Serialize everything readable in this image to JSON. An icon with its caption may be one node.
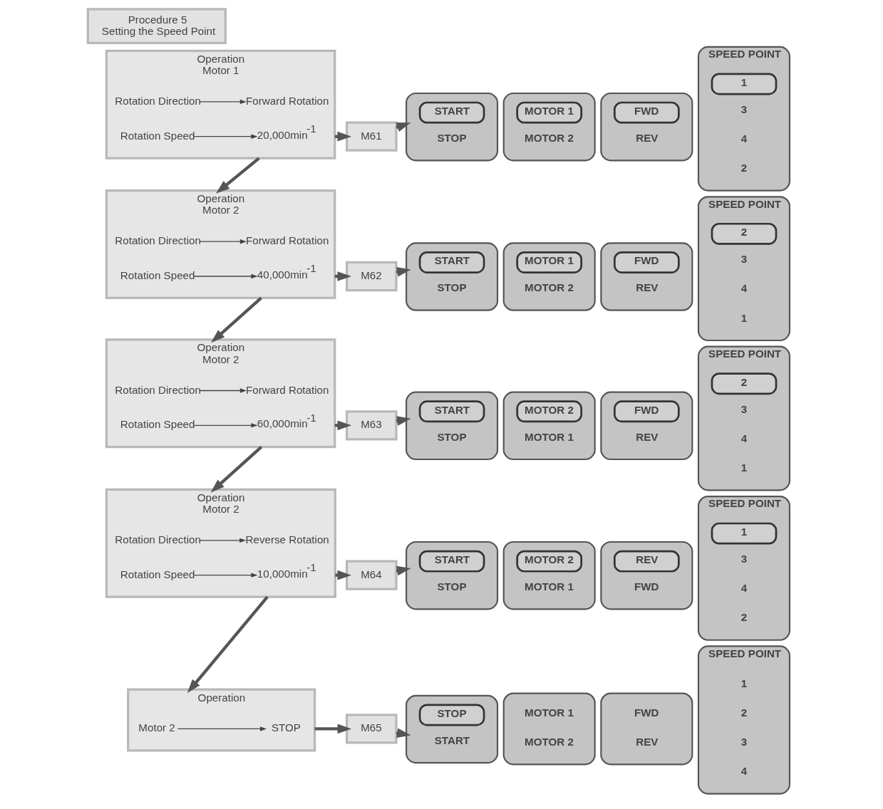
{
  "diagram": {
    "nodes": [
      {
        "text": [
          "Operation",
          "Motor 1"
        ]
      },
      {
        "text": [
          "Rotation Direction"
        ],
        "in": 0
      },
      {
        "text": [
          "Forward Rotation"
        ],
        "in": 0
      },
      {
        "text": [
          "Rotation Speed"
        ],
        "in": 0
      },
      {
        "text": [
          "20,000min$^{-1}$"
        ],
        "in": 0
      },
      {
        "text": [
          "M61"
        ]
      },
      {
        "text": [],
        "shape": "scroll"
      },
      {
        "text": [],
        "shape": "box",
        "in": 6
      },
      {
        "text": [
          "START"
        ],
        "in": 7
      },
      {
        "text": [
          "STOP"
        ],
        "in": 6
      },
      {
        "text": [],
        "shape": "scroll"
      },
      {
        "text": [],
        "shape": "box",
        "in": 10
      },
      {
        "text": [
          "MOTOR 1"
        ],
        "in": 11
      },
      {
        "text": [
          "MOTOR 2"
        ],
        "in": 10
      },
      {
        "text": [],
        "shape": "scroll"
      },
      {
        "text": [],
        "shape": "box",
        "in": 14
      },
      {
        "text": [
          "FWD"
        ],
        "in": 15
      },
      {
        "text": [
          "REV"
        ],
        "in": 14
      },
      {
        "text": [
          "SPEED POINT"
        ]
      },
      {
        "text": [],
        "shape": "box",
        "in": 18
      },
      {
        "text": [
          "1"
        ],
        "in": 19
      },
      {
        "text": [
          "2"
        ],
        "in": 18
      },
      {
        "text": [
          "3"
        ],
        "in": 18
      },
      {
        "text": [
          "4"
        ],
        "in": 18
      },
      {
        "text": [
          "Operation",
          "Motor 2"
        ]
      },
      {
        "text": [
          "Rotation Direction"
        ],
        "in": 24
      },
      {
        "text": [
          "Forward Rotation"
        ],
        "in": 24
      },
      {
        "text": [
          "Rotation Speed"
        ],
        "in": 24
      },
      {
        "text": [
          "40,000min$^{-1}$"
        ],
        "in": 24
      },
      {
        "text": [
          "M62"
        ]
      },
      {
        "text": [],
        "shape": "scroll"
      },
      {
        "text": [],
        "shape": "box",
        "in": 30
      },
      {
        "text": [
          "START"
        ],
        "in": 31
      },
      {
        "text": [
          "STOP"
        ],
        "in": 30
      },
      {
        "text": [],
        "shape": "scroll"
      },
      {
        "text": [],
        "shape": "box",
        "in": 34
      },
      {
        "text": [
          "MOTOR 1"
        ],
        "in": 35
      },
      {
        "text": [
          "MOTOR 2"
        ],
        "in": 34
      },
      {
        "text": [],
        "shape": "scroll"
      },
      {
        "text": [],
        "shape": "box",
        "in": 38
      },
      {
        "text": [
          "FWD"
        ],
        "in": 39
      },
      {
        "text": [
          "REV"
        ],
        "in": 38
      },
      {
        "text": [
          "SPEED POINT"
        ]
      },
      {
        "text": [
          "1"
        ],
        "in": 42
      },
      {
        "text": [],
        "shape": "box",
        "in": 42
      },
      {
        "text": [
          "2"
        ],
        "in": 44
      },
      {
        "text": [
          "3"
        ],
        "in": 42
      },
      {
        "text": [
          "4"
        ],
        "in": 42
      },
      {
        "text": [
          "Operation",
          "Motor 2"
        ]
      },
      {
        "text": [
          "Rotation Direction"
        ],
        "in": 48
      },
      {
        "text": [
          "Forward Rotation"
        ],
        "in": 48
      },
      {
        "text": [
          "Rotation Speed"
        ],
        "in": 48
      },
      {
        "text": [
          "60,000min$^{-1}$"
        ],
        "in": 48
      },
      {
        "text": [
          "M63"
        ]
      },
      {
        "text": [],
        "shape": "scroll"
      },
      {
        "text": [],
        "shape": "box",
        "in": 54
      },
      {
        "text": [
          "START"
        ],
        "in": 55
      },
      {
        "text": [
          "STOP"
        ],
        "in": 54
      },
      {
        "text": [],
        "shape": "scroll"
      },
      {
        "text": [
          "MOTOR 1"
        ],
        "in": 58
      },
      {
        "text": [],
        "shape": "box",
        "in": 58
      },
      {
        "text": [
          "MOTOR 2"
        ],
        "in": 60
      },
      {
        "text": [],
        "shape": "scroll"
      },
      {
        "text": [],
        "shape": "box",
        "in": 62
      },
      {
        "text": [
          "FWD"
        ],
        "in": 63
      },
      {
        "text": [
          "REV"
        ],
        "in": 62
      },
      {
        "text": [
          "SPEED POINT"
        ]
      },
      {
        "text": [
          "1"
        ],
        "in": 66
      },
      {
        "text": [],
        "shape": "box",
        "in": 66
      },
      {
        "text": [
          "2"
        ],
        "in": 68
      },
      {
        "text": [
          "3"
        ],
        "in": 66
      },
      {
        "text": [
          "4"
        ],
        "in": 66
      },
      {
        "text": [
          "Operation",
          "Motor 2"
        ]
      },
      {
        "text": [
          "Rotation Direction"
        ],
        "in": 72
      },
      {
        "text": [
          "Reverse Rotation"
        ],
        "in": 72
      },
      {
        "text": [
          "Rotation Speed"
        ],
        "in": 72
      },
      {
        "text": [
          "10,000min$^{-1}$"
        ],
        "in": 72
      },
      {
        "text": [
          "M64"
        ]
      },
      {
        "text": [],
        "shape": "scroll"
      },
      {
        "text": [],
        "shape": "box",
        "in": 78
      },
      {
        "text": [
          "START"
        ],
        "in": 79
      },
      {
        "text": [
          "STOP"
        ],
        "in": 78
      },
      {
        "text": [],
        "shape": "scroll"
      },
      {
        "text": [
          "MOTOR 1"
        ],
        "in": 82
      },
      {
        "text": [],
        "shape": "box",
        "in": 82
      },
      {
        "text": [
          "MOTOR 2"
        ],
        "in": 84
      },
      {
        "text": [],
        "shape": "scroll"
      },
      {
        "text": [
          "FWD"
        ],
        "in": 86
      },
      {
        "text": [],
        "shape": "box",
        "in": 86
      },
      {
        "text": [
          "REV"
        ],
        "in": 88
      },
      {
        "text": [
          "SPEED POINT"
        ]
      },
      {
        "text": [],
        "shape": "box",
        "in": 90
      },
      {
        "text": [
          "1"
        ],
        "in": 91
      },
      {
        "text": [
          "2"
        ],
        "in": 90
      },
      {
        "text": [
          "3"
        ],
        "in": 90
      },
      {
        "text": [
          "4"
        ],
        "in": 90
      },
      {
        "text": [
          "Operation"
        ]
      },
      {
        "text": [
          "Motor 2"
        ],
        "in": 96
      },
      {
        "text": [
          "STOP"
        ],
        "in": 96
      },
      {
        "text": [
          "M65"
        ]
      },
      {
        "text": [],
        "shape": "scroll"
      },
      {
        "text": [
          "START"
        ],
        "in": 100
      },
      {
        "text": [],
        "shape": "box",
        "in": 100
      },
      {
        "text": [
          "STOP"
        ],
        "in": 102
      },
      {
        "text": [],
        "shape": "scroll"
      },
      {
        "text": [
          "MOTOR 1"
        ],
        "in": 104
      },
      {
        "text": [
          "MOTOR 2"
        ],
        "in": 104
      },
      {
        "text": [],
        "shape": "scroll"
      },
      {
        "text": [
          "FWD"
        ],
        "in": 107
      },
      {
        "text": [
          "REV"
        ],
        "in": 107
      },
      {
        "text": [
          "SPEED POINT"
        ]
      },
      {
        "text": [
          "1"
        ],
        "in": 110
      },
      {
        "text": [
          "2"
        ],
        "in": 110
      },
      {
        "text": [
          "3"
        ],
        "in": 110
      },
      {
        "text": [
          "4"
        ],
        "in": 110
      },
      {
        "text": [
          "Procedure 5",
          "Setting the Speed Point"
        ]
      }
    ],
    "edges": [
      {
        "from": 1,
        "to": 2,
        "arrow": "to"
      },
      {
        "from": 3,
        "to": 4,
        "arrow": "to"
      },
      {
        "from": 0,
        "to": 5,
        "arrow": "to"
      },
      {
        "from": 5,
        "to": 6,
        "arrow": "to"
      },
      {
        "from": 0,
        "to": 24,
        "arrow": "to"
      },
      {
        "from": 25,
        "to": 26,
        "arrow": "to"
      },
      {
        "from": 27,
        "to": 28,
        "arrow": "to"
      },
      {
        "from": 24,
        "to": 29,
        "arrow": "to"
      },
      {
        "from": 29,
        "to": 30,
        "arrow": "to"
      },
      {
        "from": 24,
        "to": 48,
        "arrow": "to"
      },
      {
        "from": 49,
        "to": 50,
        "arrow": "to"
      },
      {
        "from": 51,
        "to": 52,
        "arrow": "to"
      },
      {
        "from": 48,
        "to": 53,
        "arrow": "to"
      },
      {
        "from": 53,
        "to": 54,
        "arrow": "to"
      },
      {
        "from": 48,
        "to": 72,
        "arrow": "to"
      },
      {
        "from": 73,
        "to": 74,
        "arrow": "to"
      },
      {
        "from": 75,
        "to": 76,
        "arrow": "to"
      },
      {
        "from": 72,
        "to": 77,
        "arrow": "to"
      },
      {
        "from": 77,
        "to": 78,
        "arrow": "to"
      },
      {
        "from": 72,
        "to": 96,
        "arrow": "to"
      },
      {
        "from": 97,
        "to": 98,
        "arrow": "to"
      },
      {
        "from": 96,
        "to": 99,
        "arrow": "to"
      },
      {
        "from": 99,
        "to": 100,
        "arrow": "to"
      }
    ]
  }
}
